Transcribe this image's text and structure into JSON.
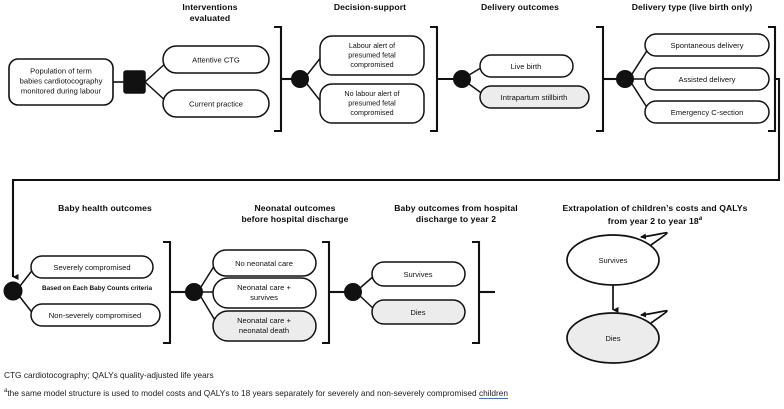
{
  "figure": {
    "type": "decision-tree-diagram",
    "title_footnotes": [
      "CTG cardiotocography; QALYs quality-adjusted life years",
      "the same model structure is used to model costs and QALYs to 18 years separately for severely and non-severely compromised children"
    ],
    "footnote_marker": "a",
    "footnote_spellcheck_word": "children"
  },
  "stage_labels": {
    "interventions": "Interventions\nevaluated",
    "interventions_line1": "Interventions",
    "interventions_line2": "evaluated",
    "decision_support": "Decision-support",
    "delivery_outcomes": "Delivery outcomes",
    "delivery_type": "Delivery type (live birth only)",
    "baby_health": "Baby health outcomes",
    "neonatal_line1": "Neonatal outcomes",
    "neonatal_line2": "before hospital discharge",
    "baby_outcomes_line1": "Baby outcomes from hospital",
    "baby_outcomes_line2": "discharge to year 2",
    "extrapolation_line1": "Extrapolation of children’s costs and QALYs",
    "extrapolation_line2": "from year 2 to year 18"
  },
  "root": {
    "label_line1": "Population of term",
    "label_line2": "babies cardiotocography",
    "label_line3": "monitored during labour"
  },
  "branches": {
    "interventions": [
      {
        "label": "Attentive CTG",
        "fill": "#ffffff"
      },
      {
        "label": "Current practice",
        "fill": "#ffffff"
      }
    ],
    "decision_support": [
      {
        "line1": "Labour alert of",
        "line2": "presumed fetal",
        "line3": "compromised",
        "fill": "#ffffff"
      },
      {
        "line1": "No labour alert of",
        "line2": "presumed fetal",
        "line3": "compromised",
        "fill": "#ffffff"
      }
    ],
    "delivery_outcomes": [
      {
        "label": "Live birth",
        "fill": "#ffffff"
      },
      {
        "label": "Intrapartum stillbirth",
        "fill": "#ececec"
      }
    ],
    "delivery_type": [
      {
        "label": "Spontaneous delivery",
        "fill": "#ffffff"
      },
      {
        "label": "Assisted delivery",
        "fill": "#ffffff"
      },
      {
        "label": "Emergency C-section",
        "fill": "#ffffff"
      }
    ],
    "baby_health": [
      {
        "label": "Severely compromised",
        "fill": "#ffffff"
      },
      {
        "label": "Non-severely compromised",
        "fill": "#ffffff"
      }
    ],
    "baby_health_note": "Based on Each Baby Counts criteria",
    "neonatal": [
      {
        "line1": "No neonatal care",
        "line2": "",
        "fill": "#ffffff"
      },
      {
        "line1": "Neonatal care +",
        "line2": "survives",
        "fill": "#ffffff"
      },
      {
        "line1": "Neonatal care +",
        "line2": "neonatal death",
        "fill": "#ececec"
      }
    ],
    "baby_outcomes": [
      {
        "label": "Survives",
        "fill": "#ffffff"
      },
      {
        "label": "Dies",
        "fill": "#ececec"
      }
    ],
    "markov_states": [
      {
        "label": "Survives",
        "fill": "#ffffff"
      },
      {
        "label": "Dies",
        "fill": "#ececec"
      }
    ]
  },
  "colors": {
    "stroke": "#111111",
    "gray_fill": "#ececec",
    "white_fill": "#ffffff",
    "spellcheck_underline": "#4a6fb5"
  }
}
